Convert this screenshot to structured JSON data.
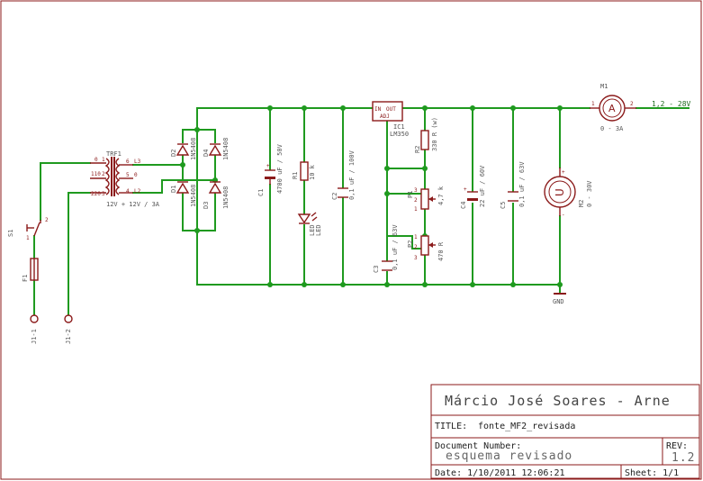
{
  "labels": {
    "output": "1,2 - 28V",
    "gnd": "GND"
  },
  "parts": {
    "ic1": {
      "name": "IC1",
      "value": "LM350",
      "pin_in": "IN",
      "pin_out": "OUT",
      "pin_adj": "ADJ"
    },
    "m1": {
      "name": "M1",
      "value": "0 - 3A",
      "symbol": "A"
    },
    "m2": {
      "name": "M2",
      "value": "0 - 30V",
      "symbol": "U"
    },
    "c1": {
      "name": "C1",
      "value": "4700 uF / 50V"
    },
    "r1": {
      "name": "R1",
      "value": "10 k"
    },
    "led1": {
      "name": "LED",
      "value": "LED"
    },
    "c2": {
      "name": "C2",
      "value": "0,1 uF / 100V"
    },
    "r2": {
      "name": "R2",
      "value": "330 R (w)"
    },
    "p1": {
      "name": "P1",
      "value": "4,7 k"
    },
    "p2": {
      "name": "P2",
      "value": "470 R"
    },
    "c3": {
      "name": "C3",
      "value": "0,1 uF / 63V"
    },
    "c4": {
      "name": "C4",
      "value": "22 uF / 60V"
    },
    "c5": {
      "name": "C5",
      "value": "0,1 uF / 63V"
    },
    "d1": {
      "name": "D1",
      "value": "1N5408"
    },
    "d2": {
      "name": "D2",
      "value": "1N5408"
    },
    "d3": {
      "name": "D3",
      "value": "1N5408"
    },
    "d4": {
      "name": "D4",
      "value": "1N5408"
    },
    "trf1": {
      "name": "TRF1",
      "value": "12V + 12V / 3A"
    },
    "s1": {
      "name": "S1"
    },
    "f1": {
      "name": "F1"
    },
    "j1_1": {
      "name": "J1-1"
    },
    "j1_2": {
      "name": "J1-2"
    }
  },
  "title_block": {
    "author": "Márcio José Soares - Arne",
    "title_label": "TITLE:",
    "title_value": "fonte_MF2_revisada",
    "doc_label": "Document Number:",
    "doc_value": "esquema revisado",
    "rev_label": "REV:",
    "rev_value": "1.2",
    "date": "Date: 1/10/2011 12:06:21",
    "sheet": "Sheet: 1/1"
  },
  "colors": {
    "wire": "#1f9a1f",
    "part": "#8b1a1a",
    "background": "#ffffff"
  }
}
